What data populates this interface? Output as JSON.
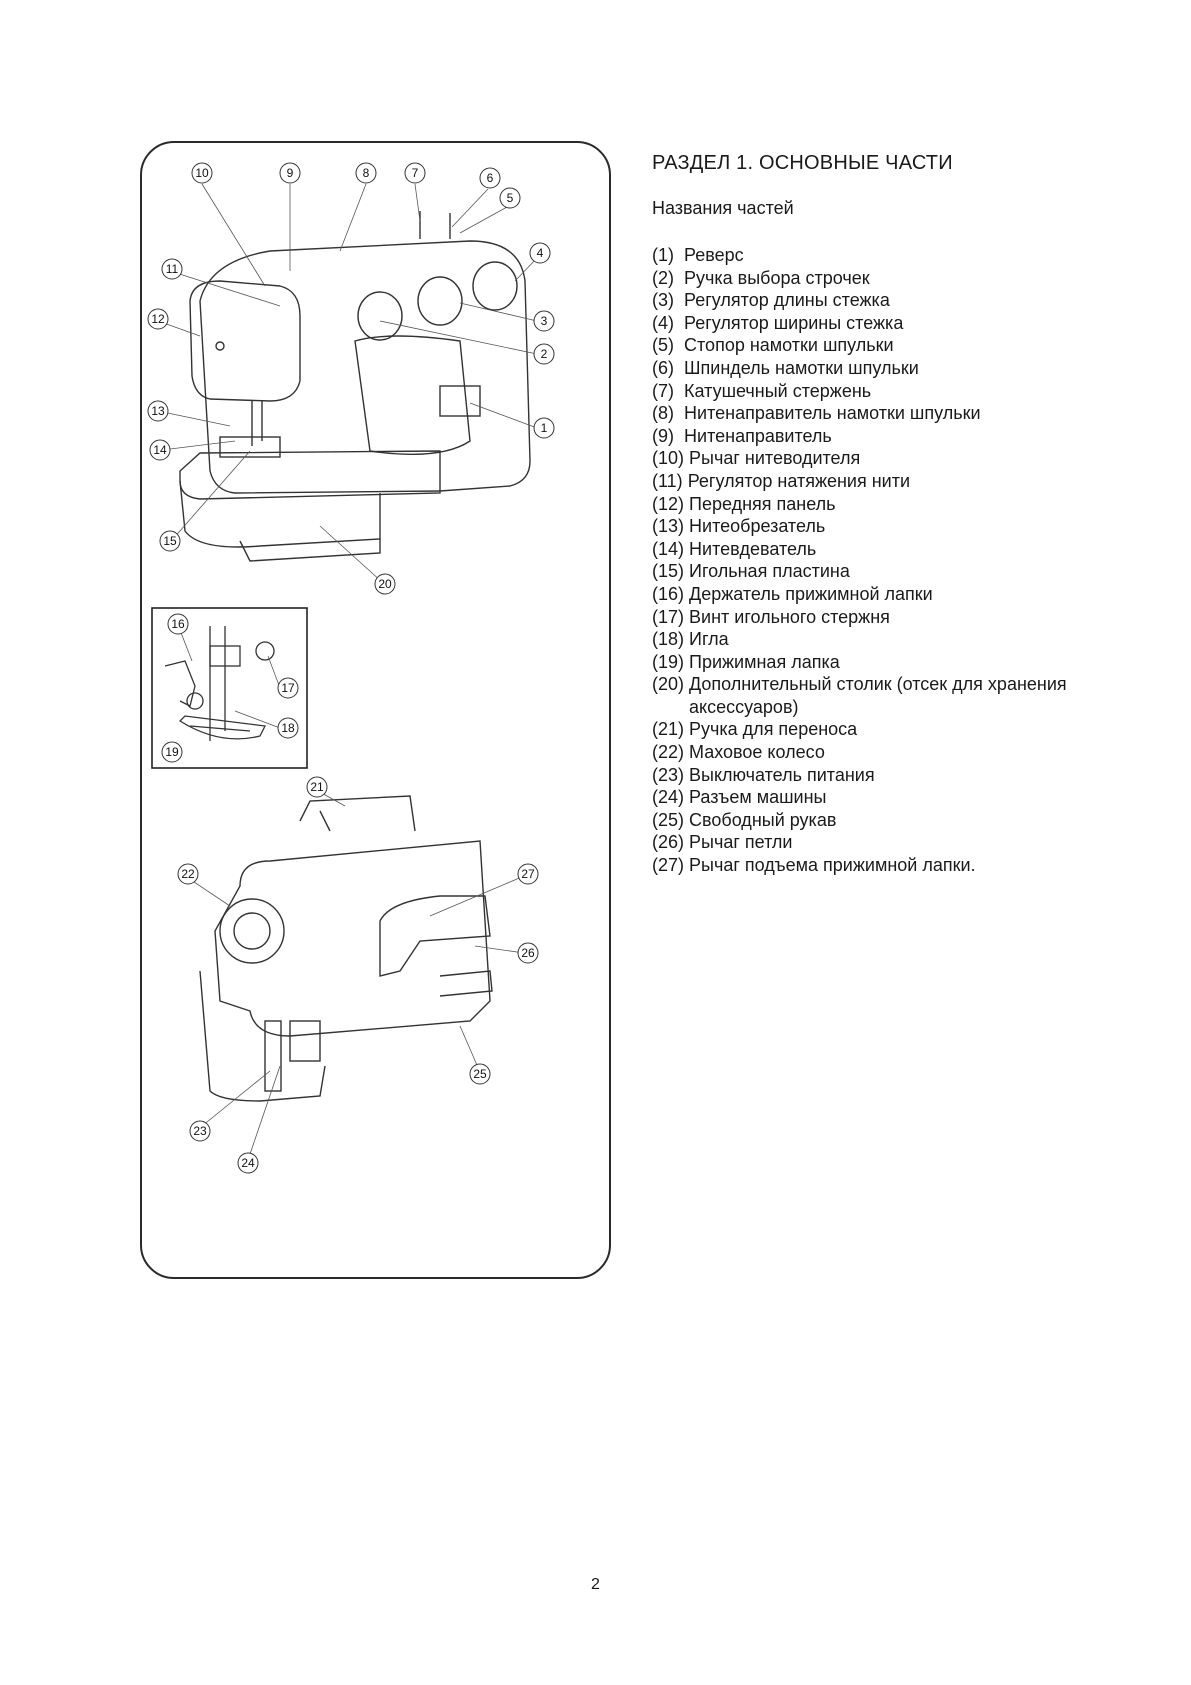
{
  "section_title": "РАЗДЕЛ 1. ОСНОВНЫЕ ЧАСТИ",
  "subtitle": "Названия частей",
  "parts": [
    {
      "num": "(1)  ",
      "name": "Реверс"
    },
    {
      "num": "(2)  ",
      "name": "Ручка выбора строчек"
    },
    {
      "num": "(3)  ",
      "name": "Регулятор длины стежка"
    },
    {
      "num": "(4)  ",
      "name": "Регулятор ширины стежка"
    },
    {
      "num": "(5)  ",
      "name": "Стопор намотки шпульки"
    },
    {
      "num": "(6)  ",
      "name": "Шпиндель намотки шпульки"
    },
    {
      "num": "(7)  ",
      "name": "Катушечный стержень"
    },
    {
      "num": "(8)  ",
      "name": "Нитенаправитель намотки шпульки"
    },
    {
      "num": "(9)  ",
      "name": "Нитенаправитель"
    },
    {
      "num": "(10) ",
      "name": "Рычаг нитеводителя"
    },
    {
      "num": "(11) ",
      "name": "Регулятор натяжения нити"
    },
    {
      "num": "(12) ",
      "name": "Передняя панель"
    },
    {
      "num": "(13) ",
      "name": "Нитеобрезатель"
    },
    {
      "num": "(14) ",
      "name": "Нитевдеватель"
    },
    {
      "num": "(15) ",
      "name": "Игольная пластина"
    },
    {
      "num": "(16) ",
      "name": "Держатель прижимной лапки"
    },
    {
      "num": "(17) ",
      "name": "Винт игольного стержня"
    },
    {
      "num": "(18) ",
      "name": "Игла"
    },
    {
      "num": "(19) ",
      "name": "Прижимная лапка"
    },
    {
      "num": "(20) ",
      "name": "Дополнительный столик (отсек для хранения аксессуаров)"
    },
    {
      "num": "(21) ",
      "name": "Ручка для переноса"
    },
    {
      "num": "(22) ",
      "name": "Маховое колесо"
    },
    {
      "num": "(23) ",
      "name": "Выключатель питания"
    },
    {
      "num": "(24) ",
      "name": "Разъем машины"
    },
    {
      "num": "(25) ",
      "name": "Свободный рукав"
    },
    {
      "num": "(26) ",
      "name": "Рычаг петли"
    },
    {
      "num": "(27) ",
      "name": "Рычаг подъема прижимной лапки."
    }
  ],
  "callouts": [
    "1",
    "2",
    "3",
    "4",
    "5",
    "6",
    "7",
    "8",
    "9",
    "10",
    "11",
    "12",
    "13",
    "14",
    "15",
    "16",
    "17",
    "18",
    "19",
    "20",
    "21",
    "22",
    "23",
    "24",
    "25",
    "26",
    "27"
  ],
  "page_number": "2"
}
